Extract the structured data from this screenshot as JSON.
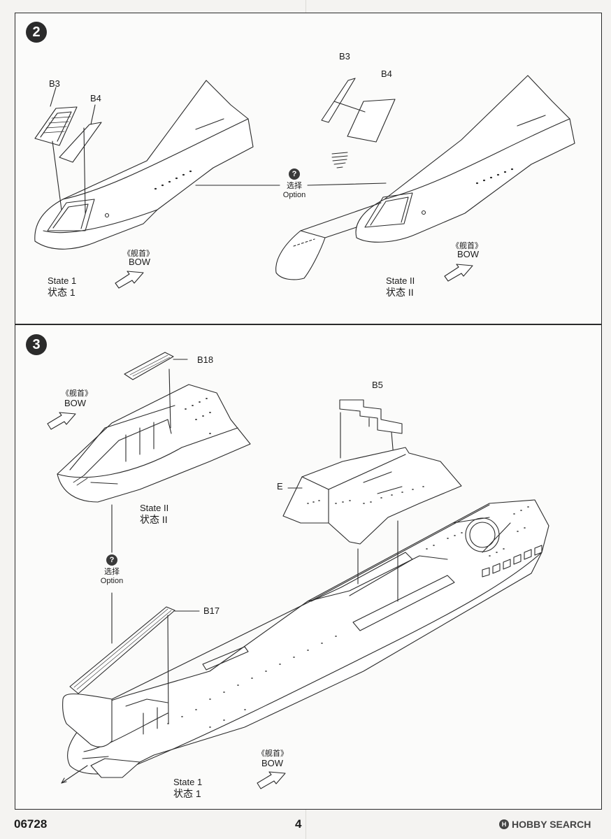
{
  "page": {
    "product_code": "06728",
    "page_number": "4",
    "watermark": {
      "icon": "H",
      "text": "HOBBY SEARCH"
    }
  },
  "step2": {
    "number": "2",
    "parts": {
      "b3_left": "B3",
      "b4_left": "B4",
      "b3_right": "B3",
      "b4_right": "B4"
    },
    "option": {
      "icon": "?",
      "cn": "选择",
      "en": "Option"
    },
    "bow_left": {
      "cn": "《舰首》",
      "en": "BOW"
    },
    "bow_right": {
      "cn": "《舰首》",
      "en": "BOW"
    },
    "state_left": {
      "en": "State 1",
      "cn": "状态 1"
    },
    "state_right": {
      "en": "State II",
      "cn": "状态 II"
    }
  },
  "step3": {
    "number": "3",
    "parts": {
      "b18": "B18",
      "b5": "B5",
      "e": "E",
      "b17": "B17"
    },
    "option": {
      "icon": "?",
      "cn": "选择",
      "en": "Option"
    },
    "bow_top": {
      "cn": "《舰首》",
      "en": "BOW"
    },
    "bow_bottom": {
      "cn": "《舰首》",
      "en": "BOW"
    },
    "state_top": {
      "en": "State II",
      "cn": "状态 II"
    },
    "state_bottom": {
      "en": "State 1",
      "cn": "状态 1"
    }
  }
}
